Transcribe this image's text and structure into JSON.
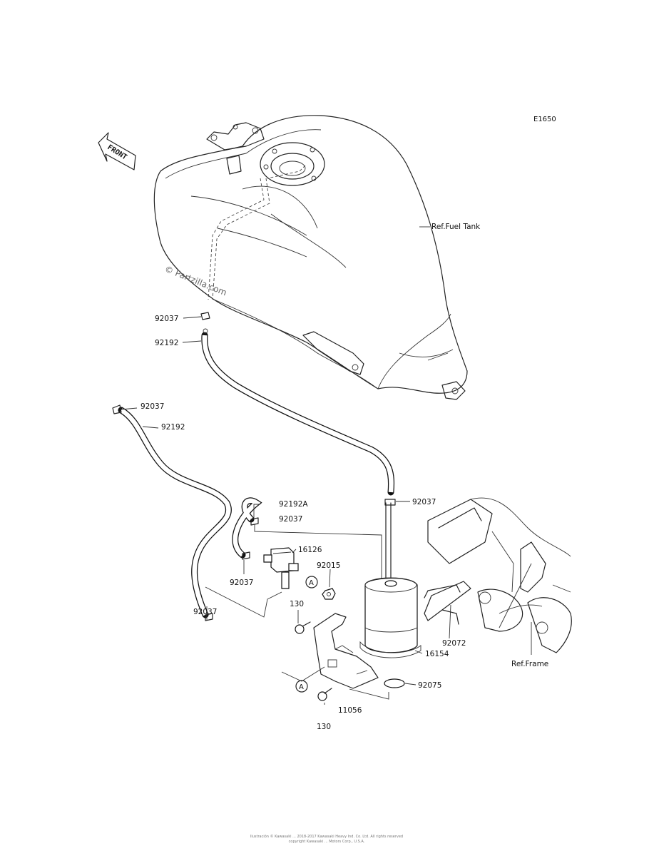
{
  "diagram": {
    "code": "E1650",
    "direction_label": "FRONT",
    "watermark": "© Partzilla.com",
    "footer_line1": "Ilustración © Kawasaki ... 2018-2017 Kawasaki Heavy Ind. Co. Ltd. All rights reserved",
    "footer_line2": "copyright Kawasaki ... Motors Corp., U.S.A."
  },
  "references": {
    "fuel_tank": "Ref.Fuel Tank",
    "frame": "Ref.Frame"
  },
  "callout_marker": "A",
  "callouts": [
    {
      "id": "92037"
    },
    {
      "id": "92192"
    },
    {
      "id": "92037"
    },
    {
      "id": "92192"
    },
    {
      "id": "92192A"
    },
    {
      "id": "92037"
    },
    {
      "id": "92037"
    },
    {
      "id": "16126"
    },
    {
      "id": "92015"
    },
    {
      "id": "92037"
    },
    {
      "id": "92037"
    },
    {
      "id": "130"
    },
    {
      "id": "92072"
    },
    {
      "id": "16154"
    },
    {
      "id": "92075"
    },
    {
      "id": "11056"
    },
    {
      "id": "130"
    }
  ]
}
